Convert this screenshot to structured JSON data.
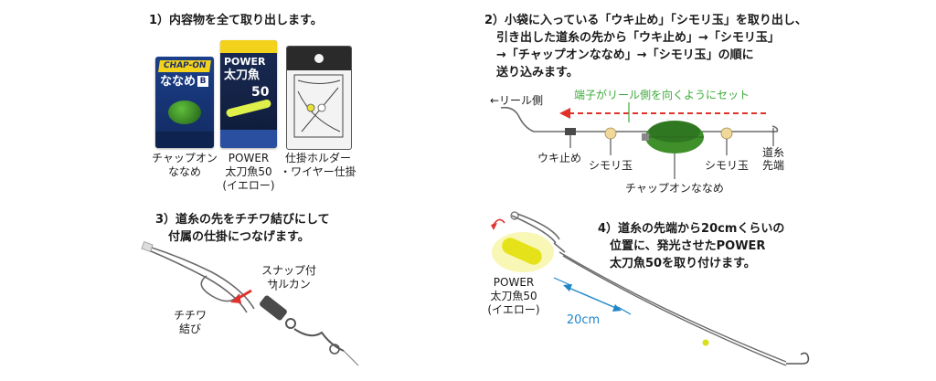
{
  "step1": {
    "title": "1）内容物を全て取り出します。",
    "items": [
      {
        "label_l1": "チャップオン",
        "label_l2": "ななめ"
      },
      {
        "label_l1": "POWER",
        "label_l2": "太刀魚50",
        "label_l3": "(イエロー)"
      },
      {
        "label_l1": "仕掛ホルダー",
        "label_l2": "・ワイヤー仕掛"
      }
    ],
    "pkg1": {
      "brand": "CHAP-ON",
      "name": "ななめ",
      "size": "B"
    },
    "pkg2": {
      "brand": "POWER",
      "name": "太刀魚",
      "number": "50"
    }
  },
  "step2": {
    "lines": [
      "2）小袋に入っている「ウキ止め」「シモリ玉」を取り出し、",
      "引き出した道糸の先から「ウキ止め」→「シモリ玉」",
      "→「チャップオンななめ」→「シモリ玉」の順に",
      "送り込みます。"
    ],
    "reel_side": "←リール側",
    "note": "端子がリール側を向くようにセット",
    "labels": {
      "uki_dome": "ウキ止め",
      "shimori_left": "シモリ玉",
      "shimori_right": "シモリ玉",
      "chapon": "チャップオンななめ",
      "line_end_l1": "道糸",
      "line_end_l2": "先端"
    }
  },
  "step3": {
    "lines": [
      "3）道糸の先をチチワ結びにして",
      "付属の仕掛につなげます。"
    ],
    "snap_l1": "スナップ付",
    "snap_l2": "サルカン",
    "knot_l1": "チチワ",
    "knot_l2": "結び"
  },
  "step4": {
    "lines": [
      "4）道糸の先端から20cmくらいの",
      "位置に、発光させたPOWER",
      "太刀魚50を取り付けます。"
    ],
    "power_l1": "POWER",
    "power_l2": "太刀魚50",
    "power_l3": "(イエロー)",
    "distance": "20cm"
  },
  "colors": {
    "accent_red": "#e0312b",
    "accent_green": "#3daa3a",
    "accent_blue": "#1f86c8",
    "glow_yellow": "#e6e21a",
    "float_green": "#3f8f2a"
  }
}
